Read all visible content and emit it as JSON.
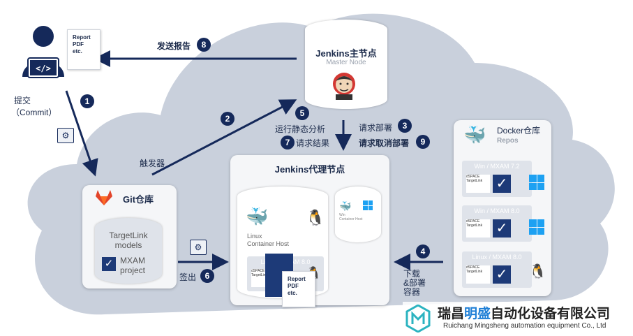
{
  "user": {
    "doc_lines": [
      "Report",
      "PDF",
      "etc."
    ],
    "commit_label_1": "提交",
    "commit_label_2": "（Commit）"
  },
  "steps": {
    "n1": "1",
    "n2": "2",
    "n3": "3",
    "n4": "4",
    "n5": "5",
    "n6": "6",
    "n7": "7",
    "n8": "8",
    "n9": "9"
  },
  "labels": {
    "send_report": "发送报告",
    "trigger": "触发器",
    "run_static": "运行静态分析",
    "request_result": "请求结果",
    "request_deploy": "请求部署",
    "request_undeploy": "请求取消部署",
    "checkout": "签出",
    "download_1": "下载",
    "download_2": "&部署",
    "download_3": "容器"
  },
  "master": {
    "title": "Jenkins主节点",
    "subtitle": "Master Node"
  },
  "git": {
    "title": "Git仓库",
    "db_line1": "TargetLink",
    "db_line2": "models",
    "db_line3": "MXAM",
    "db_line4": "project"
  },
  "agent": {
    "title": "Jenkins代理节点",
    "linux_host_1": "Linux",
    "linux_host_2": "Container Host",
    "win_host_1": "Win",
    "win_host_2": "Container Host",
    "inner_label": "Linux / MXAM 8.0",
    "doc_lines": [
      "Report",
      "PDF",
      "etc."
    ]
  },
  "docker": {
    "title": "Docker仓库",
    "subtitle": "Repos",
    "rows": [
      "Win / MXAM 7.2",
      "Win / MXAM 8.0",
      "Linux / MXAM 8.0"
    ]
  },
  "company": {
    "name_a": "瑞昌",
    "name_b": "明盛",
    "name_c": "自动化设备有限公司",
    "english": "Ruichang Mingsheng automation equipment Co., Ltd"
  },
  "colors": {
    "navy": "#15295a",
    "cloud": "#c9d0dc",
    "brand_blue": "#1f7fd6"
  }
}
